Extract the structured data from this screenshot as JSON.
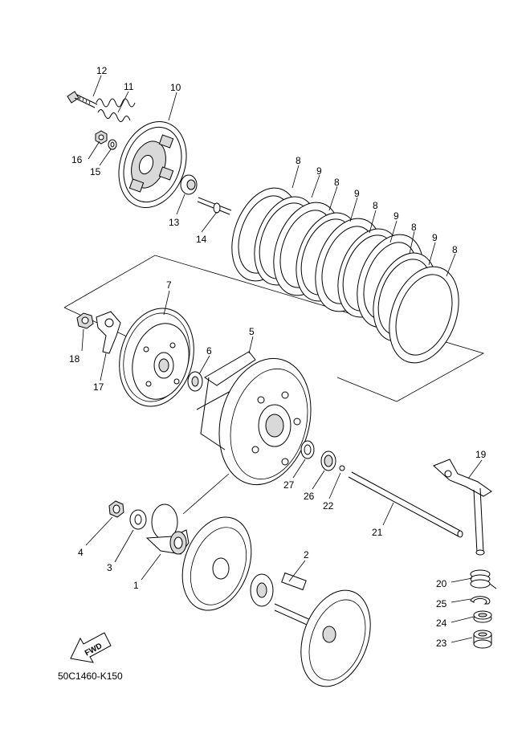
{
  "diagram_code": "50C1460-K150",
  "fwd_label": "FWD",
  "parts": [
    {
      "no": "1"
    },
    {
      "no": "2"
    },
    {
      "no": "3"
    },
    {
      "no": "4"
    },
    {
      "no": "5"
    },
    {
      "no": "6"
    },
    {
      "no": "7"
    },
    {
      "no": "8"
    },
    {
      "no": "9"
    },
    {
      "no": "10"
    },
    {
      "no": "11"
    },
    {
      "no": "12"
    },
    {
      "no": "13"
    },
    {
      "no": "14"
    },
    {
      "no": "15"
    },
    {
      "no": "16"
    },
    {
      "no": "17"
    },
    {
      "no": "18"
    },
    {
      "no": "19"
    },
    {
      "no": "20"
    },
    {
      "no": "21"
    },
    {
      "no": "22"
    },
    {
      "no": "23"
    },
    {
      "no": "24"
    },
    {
      "no": "25"
    },
    {
      "no": "26"
    },
    {
      "no": "27"
    }
  ]
}
